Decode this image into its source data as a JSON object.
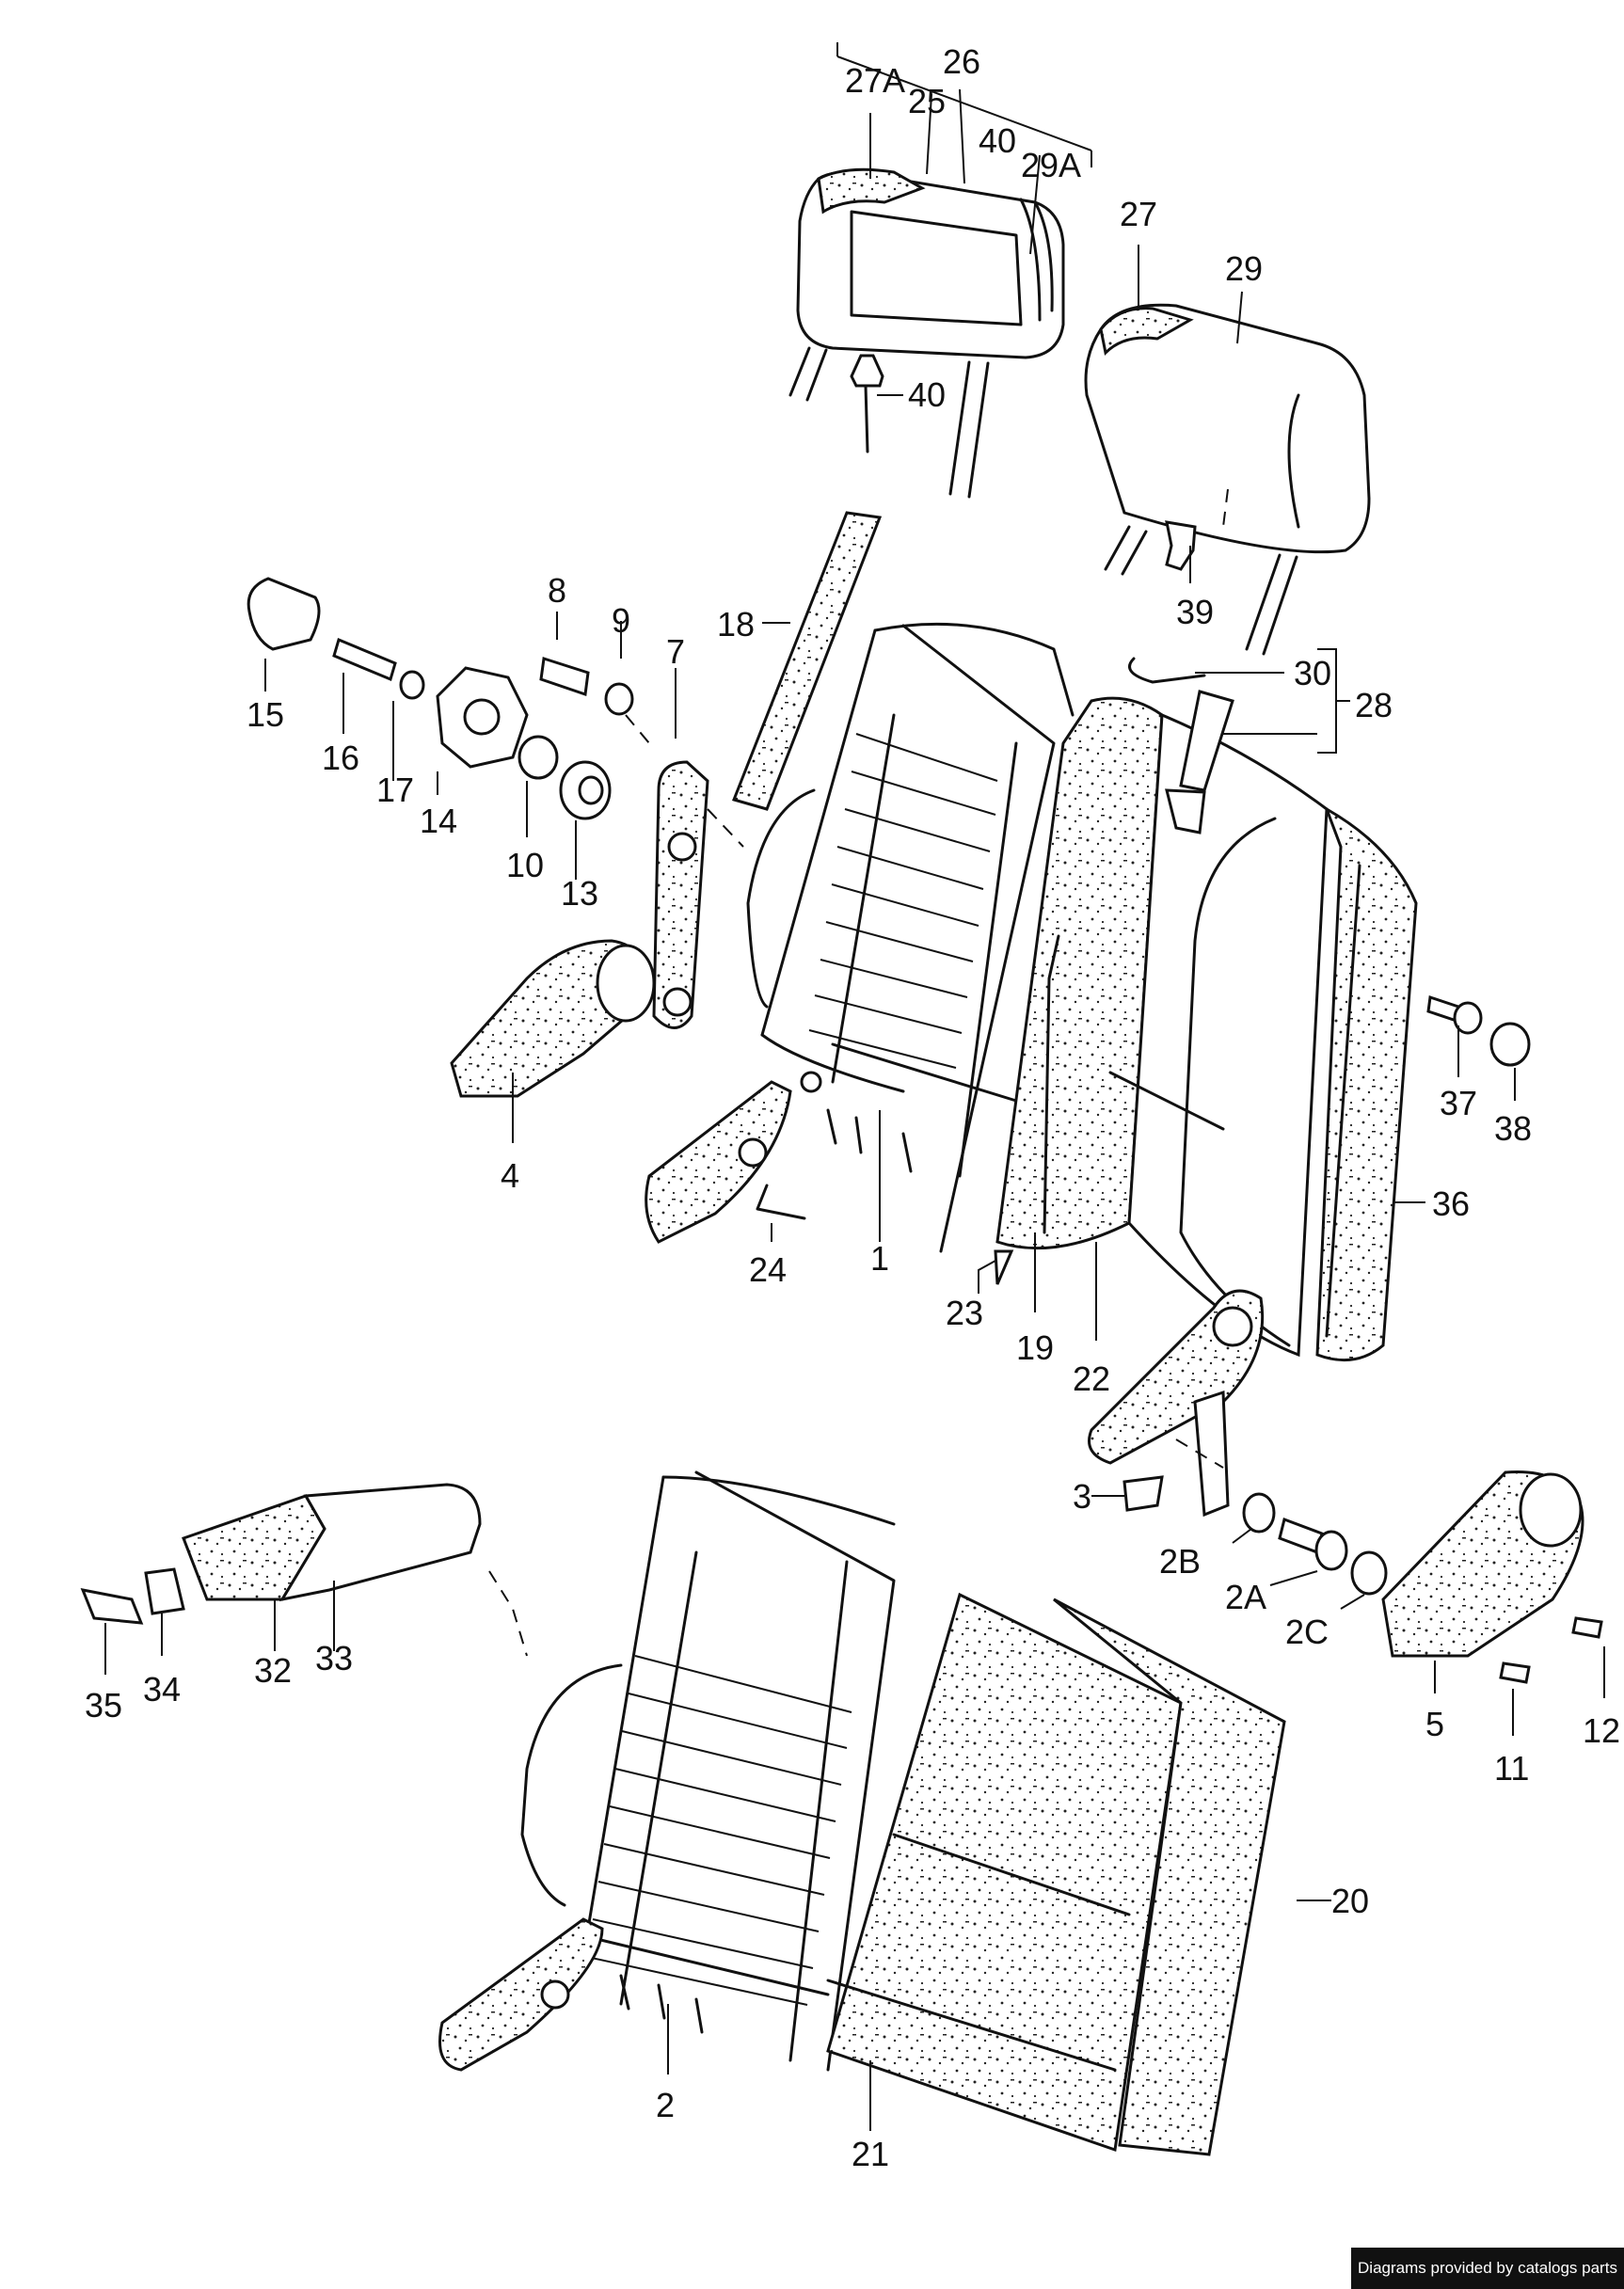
{
  "labels": {
    "l26": "26",
    "l27a": "27A",
    "l25": "25",
    "l40a": "40",
    "l29a": "29A",
    "l40b": "40",
    "l27": "27",
    "l29": "29",
    "l39": "39",
    "l18": "18",
    "l30": "30",
    "l28": "28",
    "l8": "8",
    "l9": "9",
    "l7": "7",
    "l15": "15",
    "l16": "16",
    "l17": "17",
    "l14": "14",
    "l10": "10",
    "l13": "13",
    "l4": "4",
    "l24": "24",
    "l1": "1",
    "l23": "23",
    "l19": "19",
    "l22": "22",
    "l36": "36",
    "l37": "37",
    "l38": "38",
    "l3": "3",
    "l2b": "2B",
    "l2a": "2A",
    "l2c": "2C",
    "l5": "5",
    "l11": "11",
    "l12": "12",
    "l35": "35",
    "l34": "34",
    "l32": "32",
    "l33": "33",
    "l20": "20",
    "l2": "2",
    "l21": "21"
  },
  "credit": "Diagrams provided by catalogs parts"
}
